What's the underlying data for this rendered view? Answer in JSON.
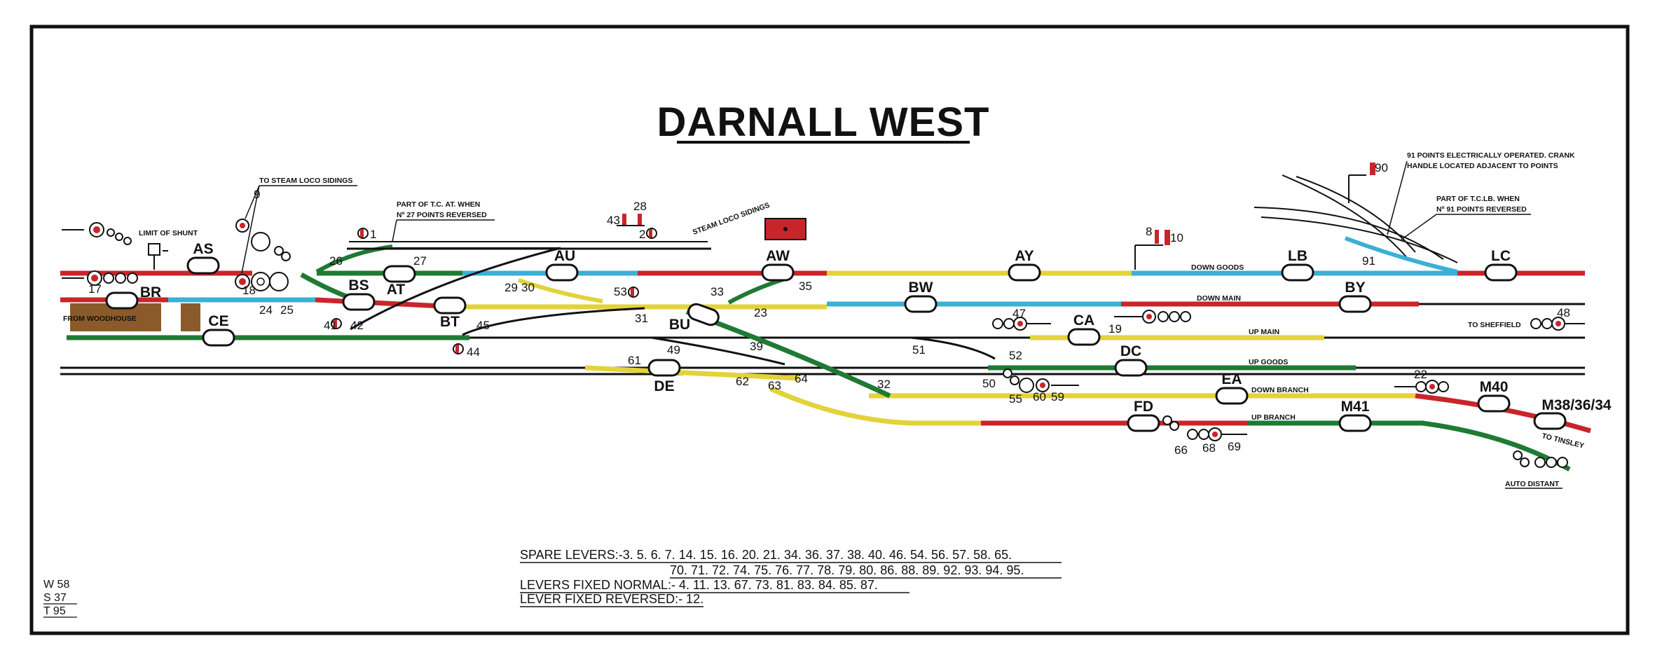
{
  "title": "DARNALL WEST",
  "colors": {
    "red": "#c8252b",
    "green": "#1f7a33",
    "yellow": "#e3d23a",
    "cyan": "#3bb0d6",
    "brown": "#8b5a2b",
    "ink": "#111111"
  },
  "track_circuits": [
    "AS",
    "BR",
    "BS",
    "AT",
    "AU",
    "AW",
    "AY",
    "LB",
    "LC",
    "BT",
    "BW",
    "BY",
    "CE",
    "BU",
    "CA",
    "DC",
    "DE",
    "EA",
    "FD",
    "M41",
    "M40",
    "M38/36/34"
  ],
  "lever_numbers": [
    "1",
    "2",
    "8",
    "9",
    "10",
    "17",
    "18",
    "19",
    "22",
    "23",
    "24",
    "25",
    "26",
    "27",
    "28",
    "29",
    "30",
    "31",
    "32",
    "33",
    "35",
    "39",
    "41",
    "42",
    "43",
    "44",
    "45",
    "47",
    "48",
    "49",
    "50",
    "51",
    "52",
    "53",
    "55",
    "59",
    "60",
    "61",
    "62",
    "63",
    "64",
    "66",
    "68",
    "69",
    "90",
    "91"
  ],
  "line_labels": {
    "down_goods": "DOWN GOODS",
    "down_main": "DOWN MAIN",
    "up_main": "UP MAIN",
    "up_goods": "UP GOODS",
    "down_branch": "DOWN BRANCH",
    "up_branch": "UP BRANCH"
  },
  "destinations": {
    "from_woodhouse": "FROM WOODHOUSE",
    "to_sheffield": "TO SHEFFIELD",
    "to_tinsley": "TO TINSLEY",
    "steam_loco_sidings": "STEAM LOCO SIDINGS"
  },
  "notes": {
    "limit_of_shunt": "LIMIT OF SHUNT",
    "to_steam_loco_sidings": "TO STEAM LOCO SIDINGS",
    "part_tc_at_1": "PART OF T.C. AT. WHEN",
    "part_tc_at_2": "Nº 27 POINTS REVERSED",
    "points_91_1": "91 POINTS ELECTRICALLY OPERATED. CRANK",
    "points_91_2": "HANDLE LOCATED ADJACENT TO POINTS",
    "part_tc_lb_1": "PART OF T.C.LB. WHEN",
    "part_tc_lb_2": "Nº 91 POINTS REVERSED",
    "auto_distant": "AUTO DISTANT"
  },
  "levers": {
    "spare_1": "SPARE LEVERS:-3. 5. 6. 7. 14. 15. 16. 20. 21. 34. 36. 37. 38. 40. 46. 54. 56. 57. 58. 65.",
    "spare_2": "70. 71. 72. 74. 75. 76. 77. 78. 79. 80. 86. 88. 89. 92. 93. 94. 95.",
    "fixed_normal": "LEVERS FIXED NORMAL:- 4. 11. 13. 67. 73. 81. 83. 84. 85. 87.",
    "fixed_reversed": "LEVER FIXED REVERSED:- 12."
  },
  "stats": {
    "w": "W 58",
    "s": "S 37",
    "t": "T 95"
  }
}
